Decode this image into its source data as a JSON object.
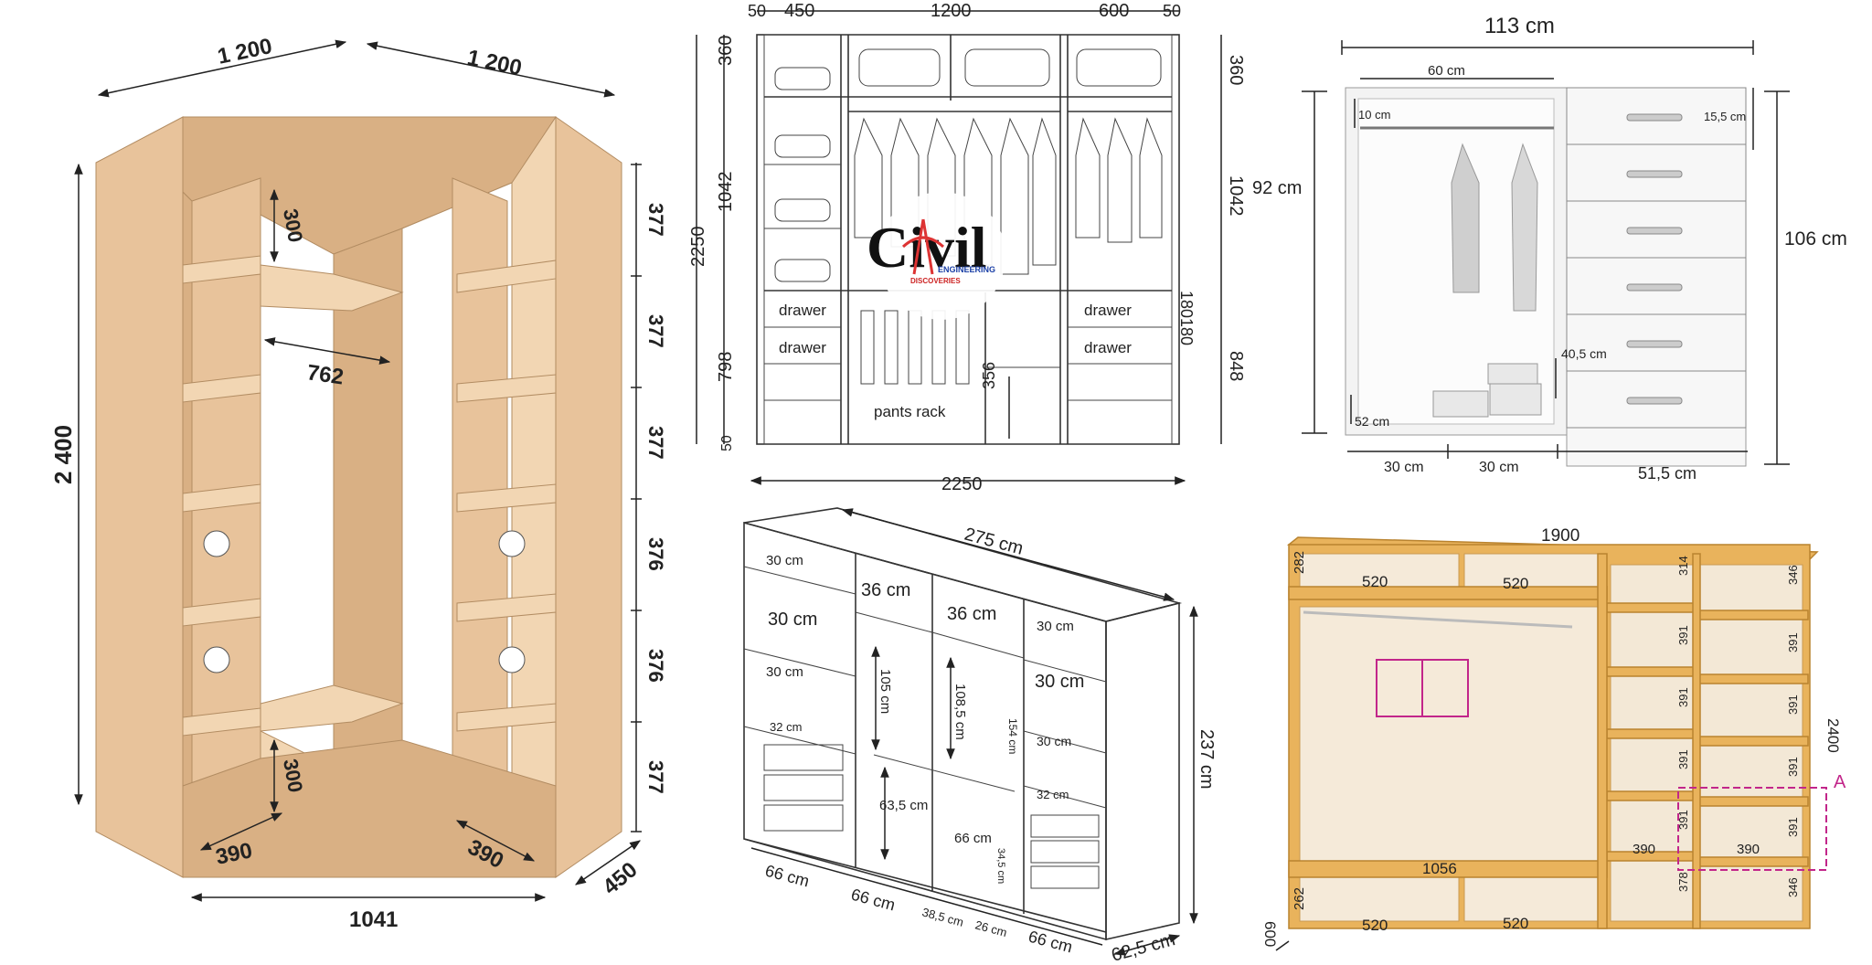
{
  "diagrams": {
    "corner_wardrobe": {
      "top_left": "1 200",
      "top_right": "1 200",
      "height": "2 400",
      "shelf_gap_top": "300",
      "depth_inner": "762",
      "shelf_gap_bottom": "300",
      "corner_left": "390",
      "corner_right": "390",
      "base_width": "1041",
      "side_depth": "450",
      "right_spacings": [
        "377",
        "377",
        "377",
        "376",
        "376",
        "377"
      ]
    },
    "elevation_mm": {
      "top_dims": [
        "50",
        "450",
        "1200",
        "600",
        "50"
      ],
      "left_dims": [
        "360",
        "1042",
        "798",
        "50"
      ],
      "overall_height": "2250",
      "right_dims": [
        "360",
        "1042",
        "848"
      ],
      "overlap_text": "180180",
      "bottom_width": "2250",
      "drawer_labels": [
        "drawer",
        "drawer",
        "drawer",
        "drawer"
      ],
      "pants_rack": "pants rack",
      "inner_dim": "356"
    },
    "logo": {
      "word": "Civil",
      "line1": "ENGINEERING",
      "line2": "DISCOVERIES"
    },
    "small_wardrobe_cm": {
      "width": "113 cm",
      "inner_width": "60 cm",
      "top_gap": "10 cm",
      "height_left": "92 cm",
      "drawer_height": "15,5 cm",
      "height_right": "106 cm",
      "drawer_depth": "40,5 cm",
      "shoe_height": "52 cm",
      "bottom_dims": [
        "30 cm",
        "30 cm",
        "51,5 cm"
      ]
    },
    "sliding_wardrobe_cm": {
      "width": "275 cm",
      "height": "237 cm",
      "depth": "62,5 cm",
      "labels": [
        "30 cm",
        "36 cm",
        "36 cm",
        "30 cm",
        "30 cm",
        "30 cm",
        "30 cm",
        "105 cm",
        "108,5 cm",
        "154 cm",
        "30 cm",
        "32 cm",
        "32 cm",
        "63,5 cm",
        "66 cm",
        "34,5 cm"
      ],
      "bottom_dims": [
        "66 cm",
        "66 cm",
        "38,5 cm",
        "26 cm",
        "66 cm"
      ]
    },
    "oak_wardrobe_mm": {
      "width": "1900",
      "height": "2400",
      "depth": "600",
      "top_left_h": "282",
      "bottom_left_h": "262",
      "cells": [
        "520",
        "520",
        "520",
        "520"
      ],
      "rail_width": "1056",
      "col3": [
        "314",
        "391",
        "391",
        "391",
        "391",
        "378"
      ],
      "col4": [
        "346",
        "391",
        "391",
        "391",
        "391",
        "346"
      ],
      "shelf_widths": [
        "390",
        "390"
      ],
      "marker": "A"
    }
  }
}
